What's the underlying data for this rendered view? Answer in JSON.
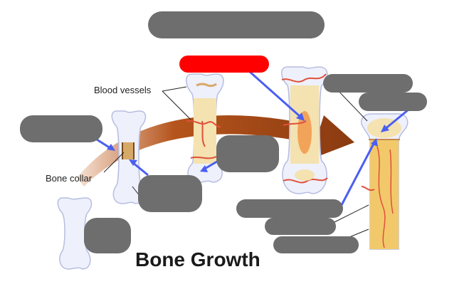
{
  "labels": {
    "blood_vessels": "Blood vessels",
    "bone_collar": "Bone collar",
    "title": "Bone Growth"
  },
  "colors": {
    "answer_box": "#6e6e6e",
    "highlight_box": "#ff0000",
    "pointer": "#4a5ff0",
    "bone": "#eef0fb",
    "spongy": "#f4e2b0",
    "marrow": "#f2c96a",
    "vessel": "#e0503a",
    "growth_arrow": "#b5541c"
  }
}
